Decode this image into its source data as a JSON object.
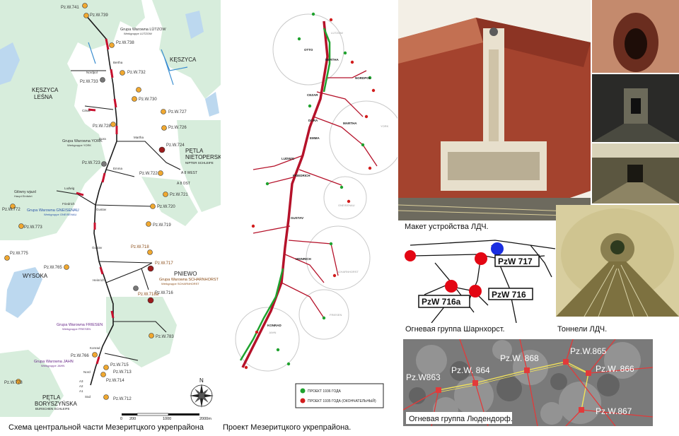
{
  "map1": {
    "caption": "Схема центральной части Мезеритцкого укрепрайона",
    "regions": {
      "keszyca": "KĘSZYCA",
      "keszyca_lesna_1": "KĘSZYCA",
      "keszyca_lesna_2": "LEŚNA",
      "petla_niet_1": "PĘTLA",
      "petla_niet_2": "NIETOPERSKA",
      "petla_niet_3": "NIPTER SCHLEIFE",
      "wysoka": "WYSOKA",
      "pniewo": "PNIEWO",
      "petla_bor_1": "PĘTLA",
      "petla_bor_2": "BORYSZYŃSKA",
      "petla_bor_3": "BURSCHEN SCHLEIFE"
    },
    "groups": [
      {
        "name": "Grupa Warowna LÜTZOW",
        "sub": "Werkgruppe LÜTZOW"
      },
      {
        "name": "Grupa Warowna YORK",
        "sub": "Werkgruppe YORK"
      },
      {
        "name": "Grupa Warowna GNEISENAU",
        "sub": "Werkgruppe GNEISENAU"
      },
      {
        "name": "Grupa Warowna SCHARNHORST",
        "sub": "Werkgruppe SCHARNHORST"
      },
      {
        "name": "Grupa Warowna FRIESEN",
        "sub": "Werkgruppe FRIESEN"
      },
      {
        "name": "Grupa Warowna JAHN",
        "sub": "Werkgruppe JAHN"
      }
    ],
    "bunkers": [
      "Pz.W.741",
      "Pz.W.739",
      "Pz.W.738",
      "Pz.W.732",
      "Pz.W.733",
      "Pz.W.730",
      "Pz.W.727",
      "Pz.W.728",
      "Pz.W.726",
      "Pz.W.724",
      "Pz.W.723",
      "Pz.W.722",
      "Pz.W.721",
      "Pz.W.720",
      "Pz.W.719",
      "Pz.W.772",
      "Pz.W.773",
      "Pz.W.775",
      "Pz.W.765",
      "Pz.W.718",
      "Pz.W.717",
      "Pz.W.716",
      "Pz.W.718a",
      "Pz.W.783",
      "Pz.W.766",
      "Pz.W.715",
      "Pz.W.713",
      "Pz.W.714",
      "Pz.W.778",
      "Pz.W.712"
    ],
    "nodes": [
      "A 8 WEST",
      "A 8 OST",
      "Główny wjazd",
      "Haupt Einfahrt",
      "Ludwig",
      "Friedrich",
      "Nordpol",
      "Cäsar",
      "Bertha",
      "Dora",
      "Martha",
      "Emma",
      "Gustav",
      "Heinrich",
      "Konrad",
      "Nord",
      "Süd",
      "A3",
      "A2",
      "A1"
    ],
    "scale_labels": [
      "0",
      "200",
      "1000",
      "2000m"
    ],
    "compass": "N"
  },
  "map2": {
    "caption": "Проект Мезеритцкого укрепрайона.",
    "labels": [
      "LÜTZOW",
      "YORK",
      "GNEISENAU",
      "SCHARNHORST",
      "FRIESEN",
      "JAHN",
      "OTTO",
      "BERTHA",
      "NORDPOL",
      "CEZAR",
      "MARTHA",
      "DORA",
      "EMMA",
      "LUDWIG",
      "FRIEDRICH",
      "GUSTAV",
      "HEINRICH",
      "KONRAD"
    ],
    "legend": [
      {
        "label": "ПРОЕКТ 1936 ГОДА",
        "color": "#1fa22e"
      },
      {
        "label": "ПРОЕКТ 1935 ГОДА (ОКОНЧАТЕЛЬНЫЙ)",
        "color": "#d21d1d"
      }
    ]
  },
  "photos": {
    "ldch_model": "Макет устройства ЛДЧ.",
    "scharnhorst": "Огневая группа Шарнхорст.",
    "tunnels": "Тоннели ЛДЧ.",
    "ludendorff": "Огневая группа Людендорф."
  },
  "scharnhorst_labels": [
    "PzW 717",
    "PzW 716",
    "PzW 716a"
  ],
  "ludendorff_labels": [
    "Pz.W863",
    "Pz.W. 864",
    "Pz.W. 868",
    "Pz.W.865",
    "Pz.W. 866",
    "Pz.W.867"
  ],
  "colors": {
    "forest": "#d7eddc",
    "water": "#bcd8ef",
    "route_red": "#c8102e",
    "bunker_orange": "#f0a830",
    "green_project": "#1fa22e",
    "red_project": "#d21d1d"
  }
}
